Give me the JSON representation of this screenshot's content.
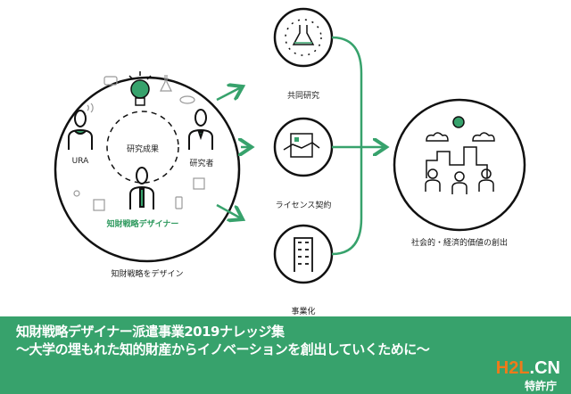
{
  "left_group": {
    "center_label": "研究成果",
    "ura_label": "URA",
    "researcher_label": "研究者",
    "designer_label": "知財戦略デザイナー",
    "caption": "知財戦略をデザイン"
  },
  "outcomes": [
    {
      "label": "共同研究",
      "icon": "flask-network-icon"
    },
    {
      "label": "ライセンス契約",
      "icon": "handshake-contract-icon"
    },
    {
      "label": "事業化",
      "icon": "building-icon"
    }
  ],
  "result": {
    "label": "社会的・経済的価値の創出",
    "icon": "city-people-icon"
  },
  "banner": {
    "title": "知財戦略デザイナー派遣事業2019ナレッジ集",
    "subtitle": "～大学の埋もれた知的財産からイノベーションを創出していくために～",
    "watermark_a": "H2L",
    "watermark_b": ".CN",
    "agency": "特許庁"
  },
  "colors": {
    "accent": "#37a26c",
    "stroke": "#111111"
  }
}
